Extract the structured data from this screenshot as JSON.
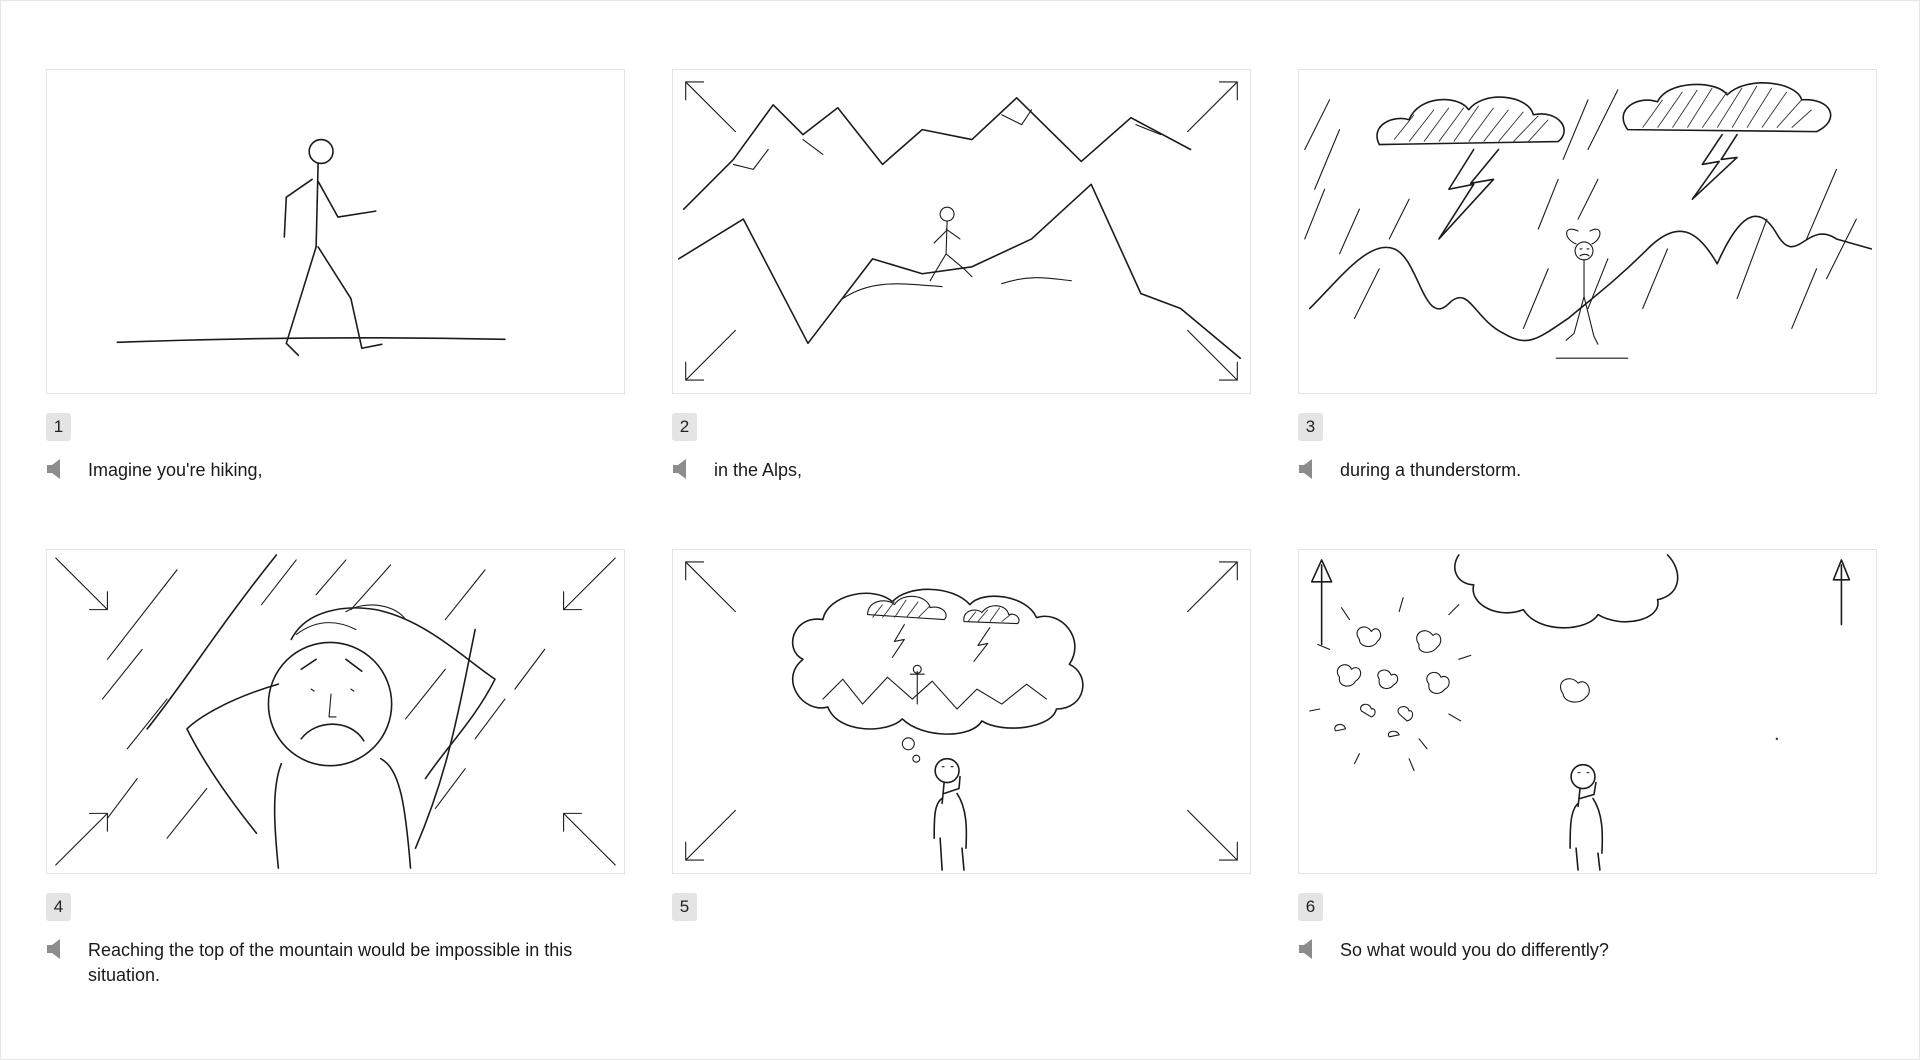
{
  "panels": [
    {
      "number": "1",
      "caption": "Imagine you're hiking,"
    },
    {
      "number": "2",
      "caption": "in the Alps,"
    },
    {
      "number": "3",
      "caption": "during a thunderstorm."
    },
    {
      "number": "4",
      "caption": "Reaching the top of the mountain would be impossible in this situation."
    },
    {
      "number": "5",
      "caption": ""
    },
    {
      "number": "6",
      "caption": "So what would you do differently?"
    }
  ],
  "icons": {
    "speaker": "speaker-icon"
  }
}
